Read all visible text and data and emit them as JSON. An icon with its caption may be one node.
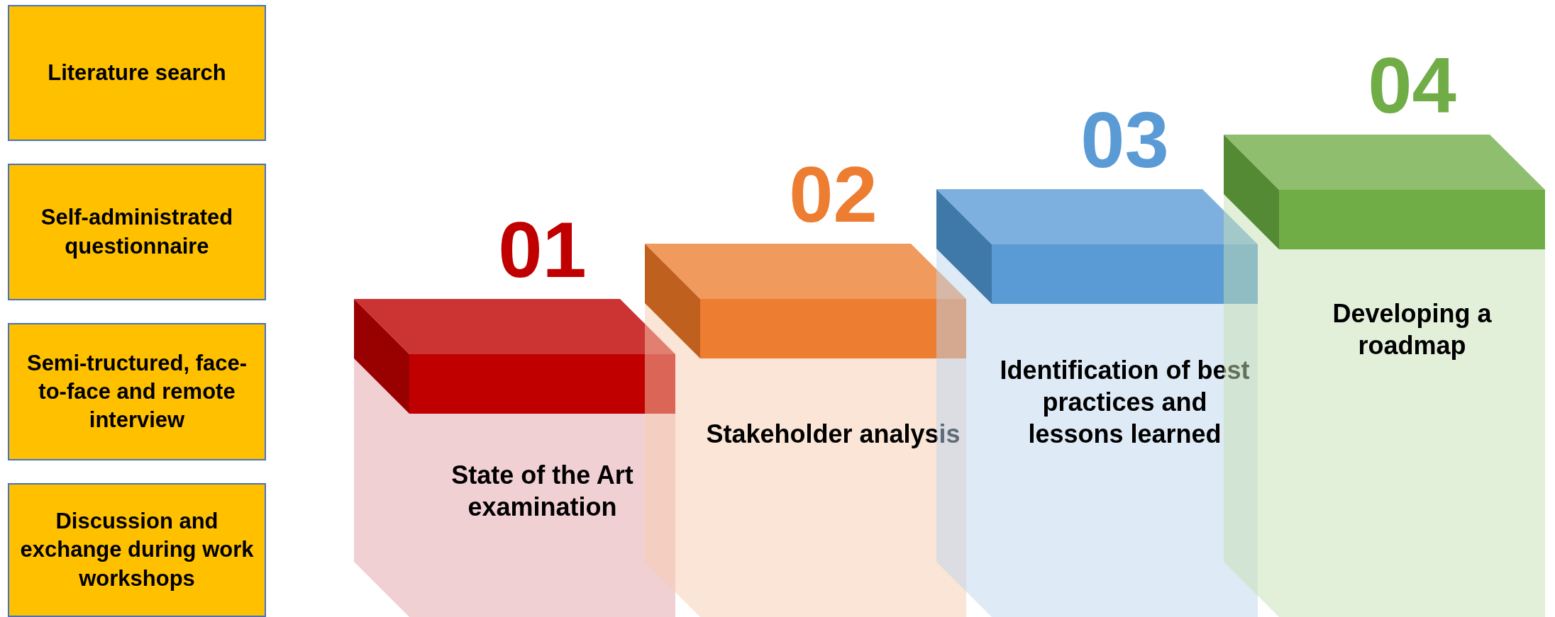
{
  "diagram": {
    "nodes": [
      {
        "text": [
          "Literature search"
        ]
      },
      {
        "text": [
          "Self-administrated questionnaire"
        ]
      },
      {
        "text": [
          "Semi-tructured, face-to-face and remote interview"
        ]
      },
      {
        "text": [
          "Discussion and exchange during work workshops"
        ]
      },
      {
        "text": [
          "State of the Art examination"
        ],
        "beside": [
          "01"
        ]
      },
      {
        "text": [
          "Stakeholder analysis"
        ],
        "beside": [
          "02"
        ]
      },
      {
        "text": [
          "Identification of best practices and lessons learned"
        ],
        "beside": [
          "03"
        ]
      },
      {
        "text": [
          "Developing a roadmap"
        ],
        "beside": [
          "04"
        ]
      }
    ]
  }
}
